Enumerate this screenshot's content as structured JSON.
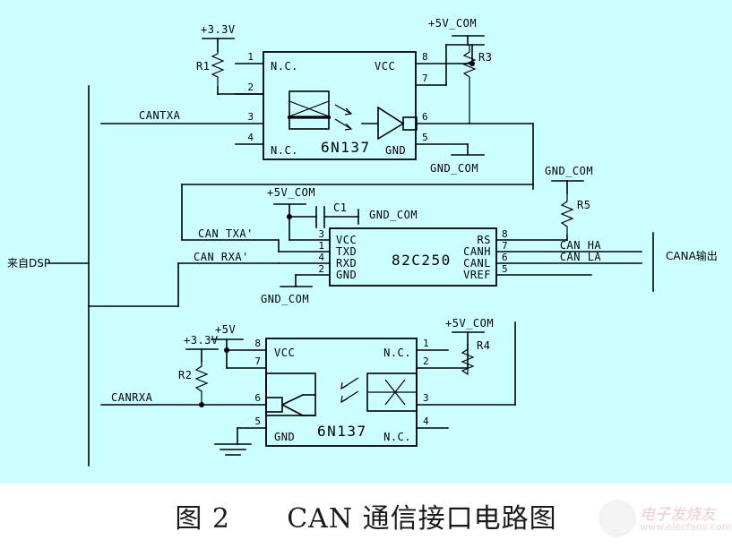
{
  "figure": {
    "caption": "图 2      CAN 通信接口电路图",
    "background_color": "#ccffff",
    "line_color": "#000000"
  },
  "watermark": {
    "brand": "电子发烧友",
    "url": "www.elecfans.com"
  },
  "left_bus": {
    "source_label": "来自DSP"
  },
  "nets": {
    "cantxa": "CANTXA",
    "canrxa": "CANRXA",
    "can_txa_prime": "CAN_TXA'",
    "can_rxa_prime": "CAN_RXA'",
    "can_ha": "CAN_HA",
    "can_la": "CAN_LA",
    "cana_output": "CANA输出"
  },
  "supplies": {
    "v3v3_top": "+3.3V",
    "v5v_com_top": "+5V_COM",
    "gnd_com_u1": "GND_COM",
    "gnd_com_r5": "GND_COM",
    "v5v_com_mid": "+5V_COM",
    "gnd_com_c1": "GND_COM",
    "gnd_com_u2": "GND_COM",
    "v3v3_bottom": "+3.3V",
    "v5v_bottom": "+5V",
    "v5v_com_bottom": "+5V_COM"
  },
  "components": {
    "r1": "R1",
    "r2": "R2",
    "r3": "R3",
    "r4": "R4",
    "r5": "R5",
    "c1": "C1",
    "u1": "6N137",
    "u2": "82C250",
    "u3": "6N137"
  },
  "u1_pins": {
    "p1": {
      "num": "1",
      "name": "N.C."
    },
    "p2": {
      "num": "2",
      "name": ""
    },
    "p3": {
      "num": "3",
      "name": ""
    },
    "p4": {
      "num": "4",
      "name": "N.C."
    },
    "p5": {
      "num": "5",
      "name": "GND"
    },
    "p6": {
      "num": "6",
      "name": ""
    },
    "p7": {
      "num": "7",
      "name": ""
    },
    "p8": {
      "num": "8",
      "name": "VCC"
    }
  },
  "u2_pins": {
    "p3": {
      "num": "3",
      "name": "VCC"
    },
    "p1": {
      "num": "1",
      "name": "TXD"
    },
    "p4": {
      "num": "4",
      "name": "RXD"
    },
    "p2": {
      "num": "2",
      "name": "GND"
    },
    "p8": {
      "num": "8",
      "name": "RS"
    },
    "p7": {
      "num": "7",
      "name": "CANH"
    },
    "p6": {
      "num": "6",
      "name": "CANL"
    },
    "p5": {
      "num": "5",
      "name": "VREF"
    }
  },
  "u3_pins": {
    "p8": {
      "num": "8",
      "name": "VCC"
    },
    "p7": {
      "num": "7",
      "name": ""
    },
    "p6": {
      "num": "6",
      "name": ""
    },
    "p5": {
      "num": "5",
      "name": "GND"
    },
    "p1": {
      "num": "1",
      "name": "N.C."
    },
    "p2": {
      "num": "2",
      "name": ""
    },
    "p3": {
      "num": "3",
      "name": ""
    },
    "p4": {
      "num": "4",
      "name": "N.C."
    }
  }
}
